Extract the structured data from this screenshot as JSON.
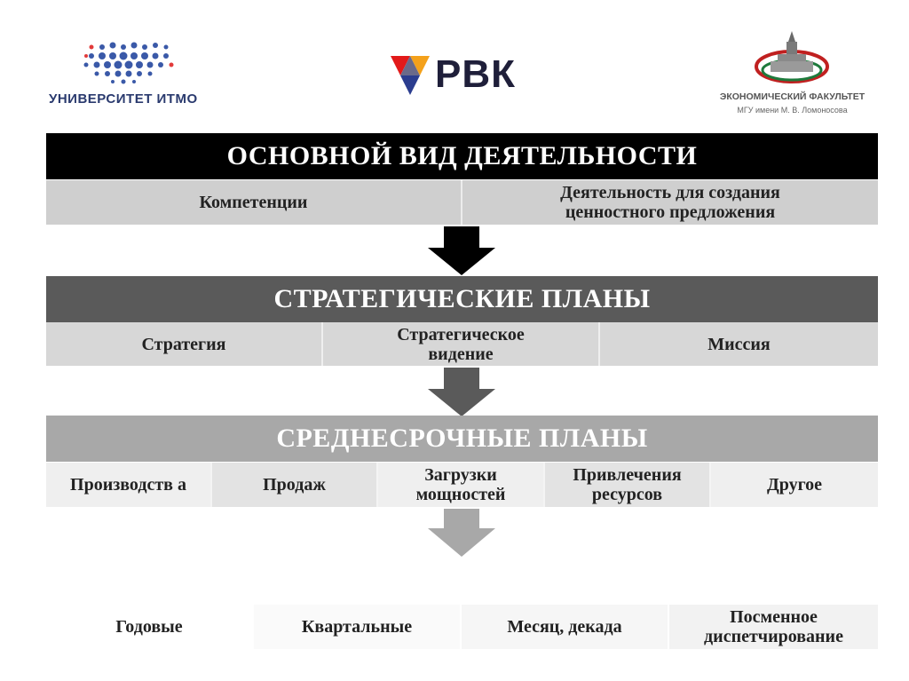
{
  "logos": {
    "itmo": {
      "text": "УНИВЕРСИТЕТ ИТМО",
      "dot_color": "#3a59a8"
    },
    "rvk": {
      "text": "РВК",
      "colors": [
        "#e21a1a",
        "#f4a11b",
        "#2b3d8f"
      ]
    },
    "econ": {
      "title": "ЭКОНОМИЧЕСКИЙ ФАКУЛЬТЕТ",
      "subtitle": "МГУ имени М. В. Ломоносова"
    }
  },
  "level1": {
    "title": "ОСНОВНОЙ ВИД ДЕЯТЕЛЬНОСТИ",
    "cells": [
      "Компетенции",
      "Деятельность для создания ценностного предложения"
    ]
  },
  "level2": {
    "title": "СТРАТЕГИЧЕСКИЕ ПЛАНЫ",
    "cells": [
      "Стратегия",
      "Стратегическое видение",
      "Миссия"
    ]
  },
  "level3": {
    "title": "СРЕДНЕСРОЧНЫЕ ПЛАНЫ",
    "cells": [
      "Производств а",
      "Продаж",
      "Загрузки мощностей",
      "Привлечения ресурсов",
      "Другое"
    ]
  },
  "level4": {
    "cells": [
      "Годовые",
      "Квартальные",
      "Месяц, декада",
      "Посменное диспетчирование"
    ]
  },
  "colors": {
    "arrow1": "#000000",
    "arrow2": "#5a5a5a",
    "arrow3": "#a8a8a8"
  }
}
